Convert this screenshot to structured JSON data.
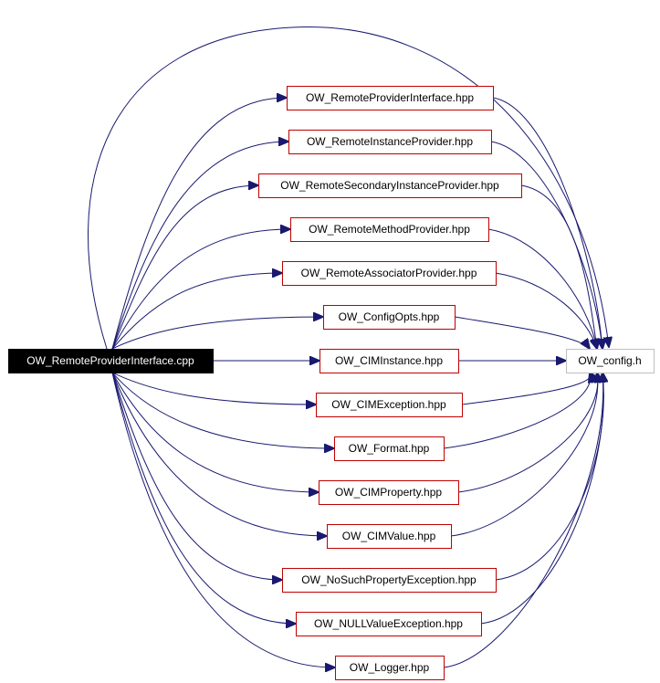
{
  "graph": {
    "root": {
      "label": "OW_RemoteProviderInterface.cpp"
    },
    "sink": {
      "label": "OW_config.h"
    },
    "headers": [
      {
        "label": "OW_RemoteProviderInterface.hpp"
      },
      {
        "label": "OW_RemoteInstanceProvider.hpp"
      },
      {
        "label": "OW_RemoteSecondaryInstanceProvider.hpp"
      },
      {
        "label": "OW_RemoteMethodProvider.hpp"
      },
      {
        "label": "OW_RemoteAssociatorProvider.hpp"
      },
      {
        "label": "OW_ConfigOpts.hpp"
      },
      {
        "label": "OW_CIMInstance.hpp"
      },
      {
        "label": "OW_CIMException.hpp"
      },
      {
        "label": "OW_Format.hpp"
      },
      {
        "label": "OW_CIMProperty.hpp"
      },
      {
        "label": "OW_CIMValue.hpp"
      },
      {
        "label": "OW_NoSuchPropertyException.hpp"
      },
      {
        "label": "OW_NULLValueException.hpp"
      },
      {
        "label": "OW_Logger.hpp"
      }
    ],
    "colors": {
      "edge": "#191970",
      "node_border": "#c00000",
      "root_fill": "#000000",
      "root_text": "#ffffff",
      "sink_border": "#bfbfbf"
    }
  }
}
